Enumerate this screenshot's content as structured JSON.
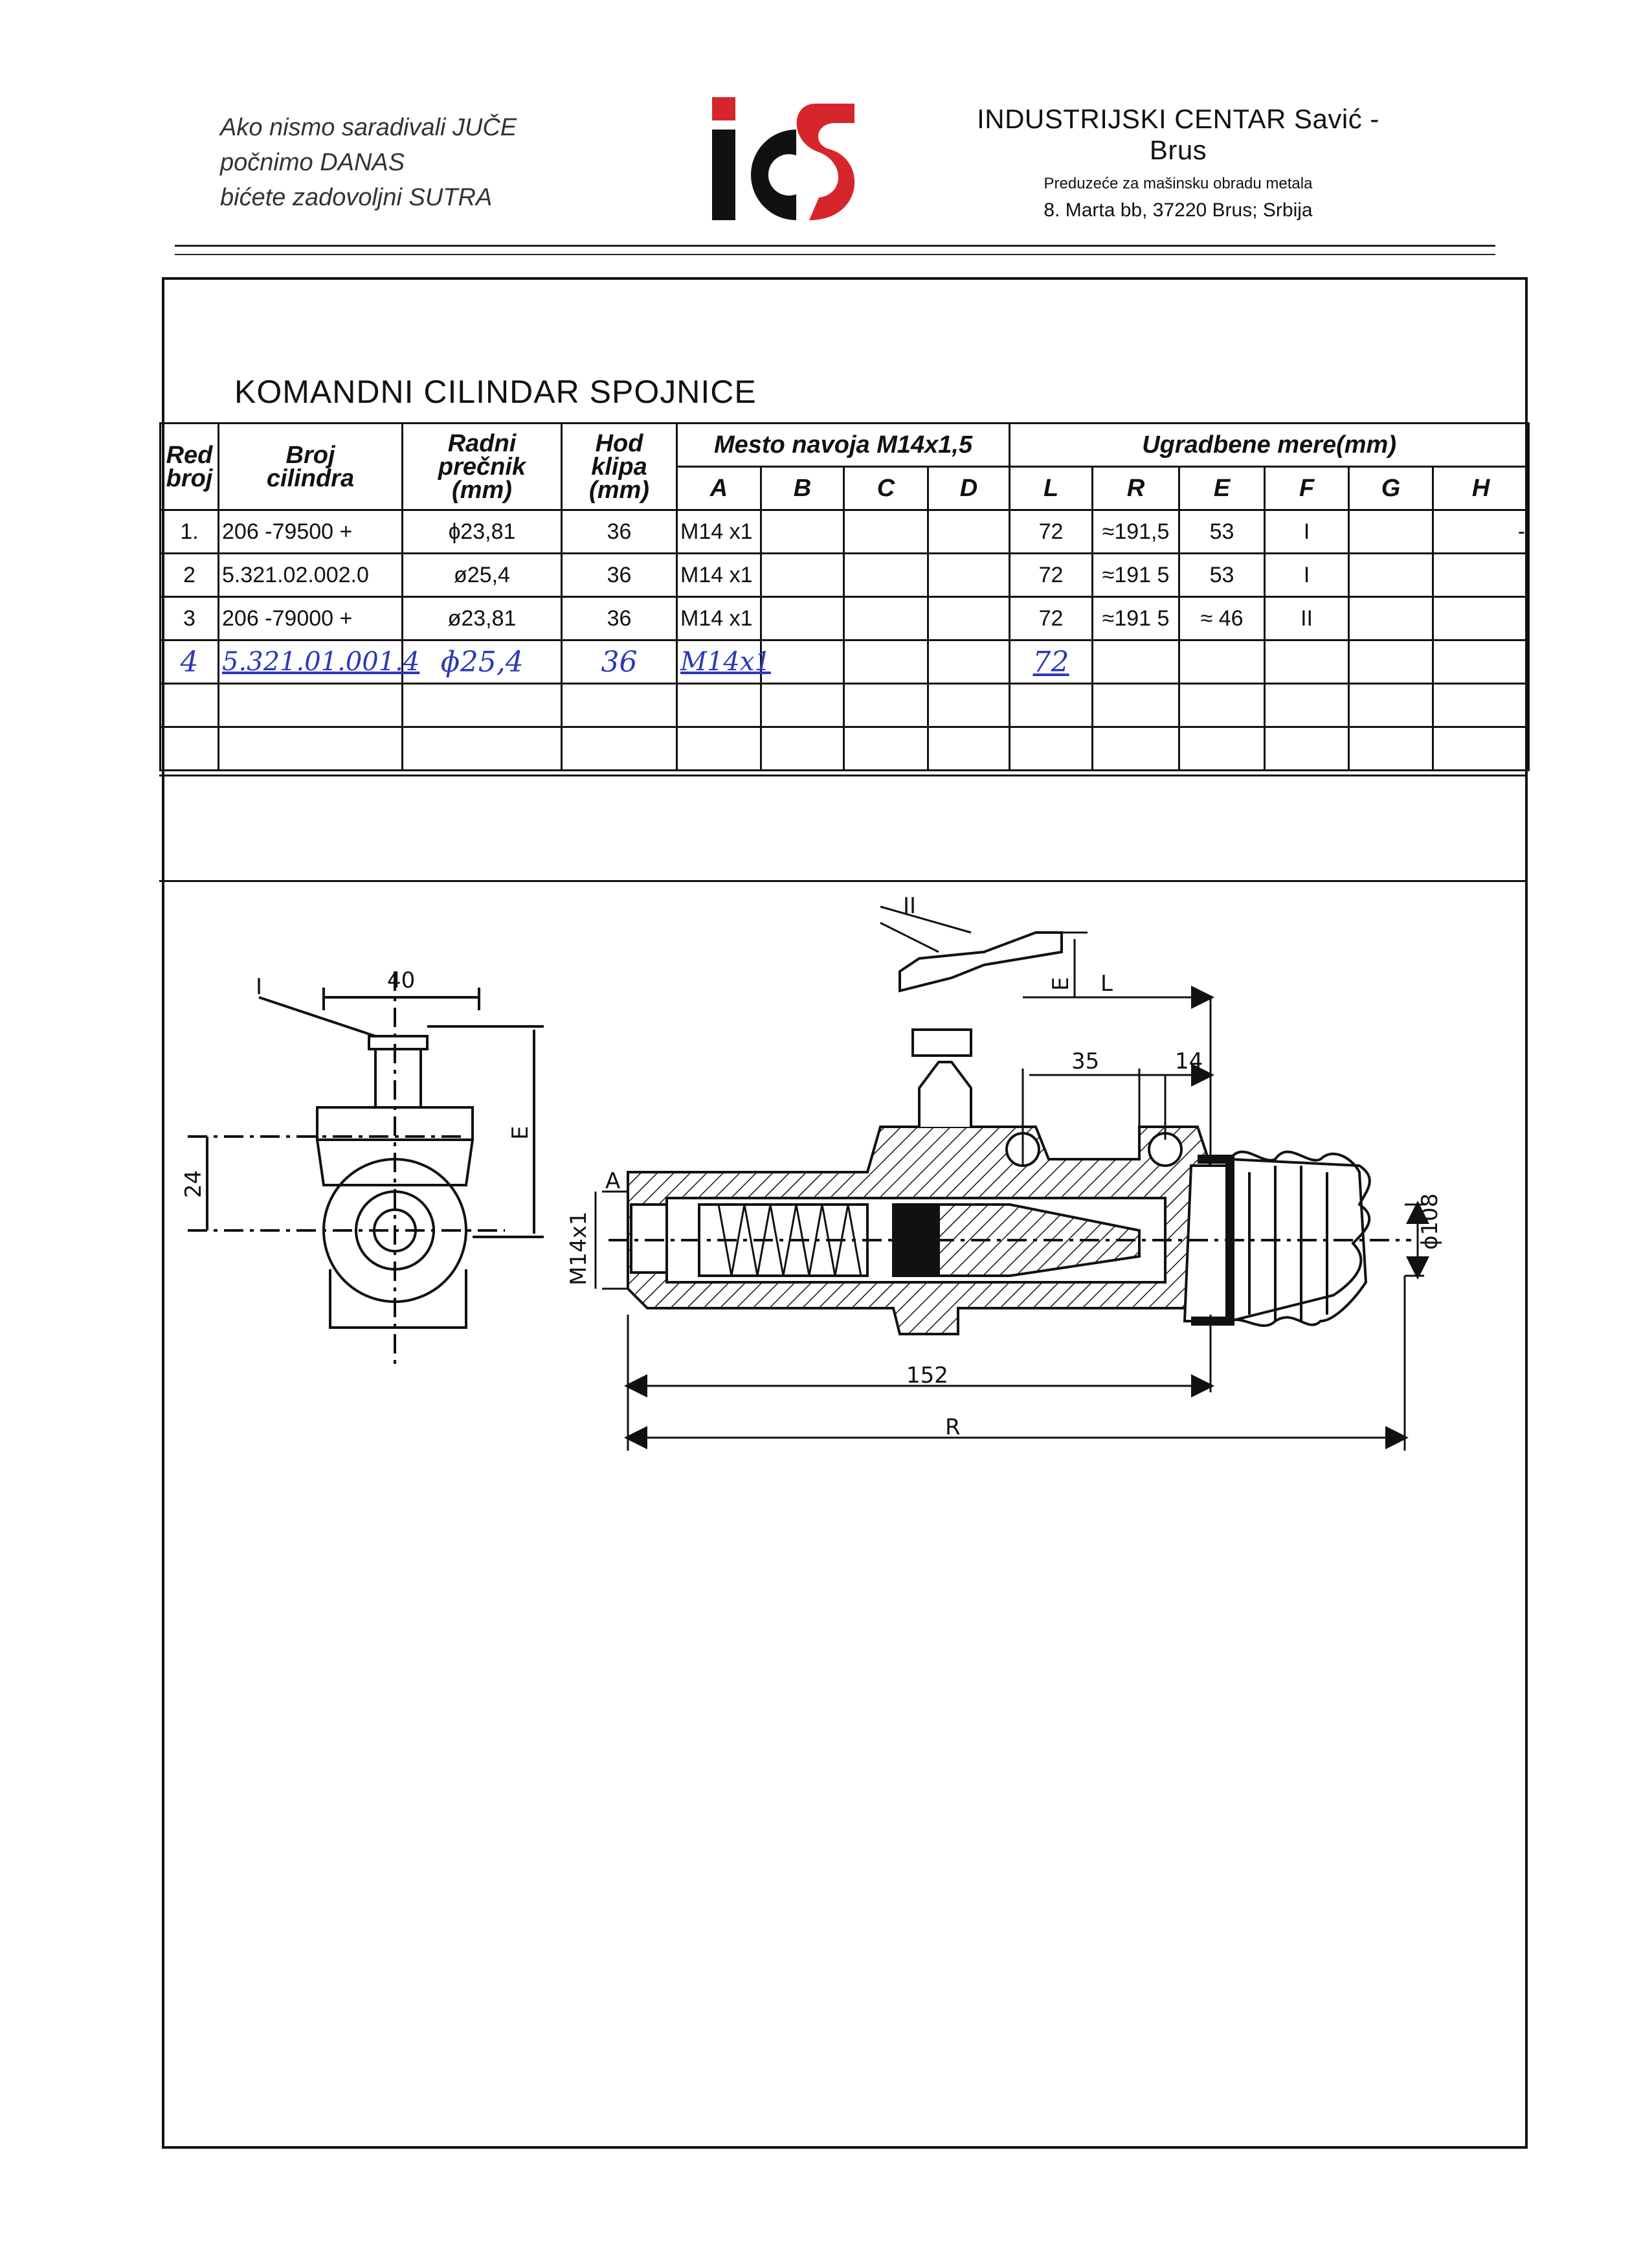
{
  "header": {
    "slogan": [
      "Ako nismo saradivali JUČE",
      "počnimo DANAS",
      "bićete zadovoljni SUTRA"
    ],
    "logo_text": "ics",
    "company_name": "INDUSTRIJSKI CENTAR Savić - Brus",
    "company_subtitle": "Preduzeće za mašinsku obradu metala",
    "company_address": "8. Marta bb, 37220 Brus; Srbija",
    "logo_colors": {
      "red": "#d6262b",
      "black": "#111111"
    }
  },
  "sheet": {
    "title": "KOMANDNI CILINDAR SPOJNICE",
    "table": {
      "headers": {
        "red_broj": [
          "Red",
          "broj"
        ],
        "broj_cilindra": [
          "Broj",
          "cilindra"
        ],
        "radni_precnik": [
          "Radni",
          "prečnik",
          "(mm)"
        ],
        "hod_klipa": [
          "Hod",
          "klipa",
          "(mm)"
        ],
        "mesto_navoja": "Mesto navoja M14x1,5",
        "ugradbene_mere": "Ugradbene mere(mm)",
        "sub": [
          "A",
          "B",
          "C",
          "D",
          "L",
          "R",
          "E",
          "F",
          "G",
          "H"
        ]
      },
      "rows": [
        {
          "red": "1.",
          "broj": "206 -79500",
          "mark": "+",
          "precnik": "ɸ23,81",
          "hod": "36",
          "A": "M14 x1",
          "B": "",
          "C": "",
          "D": "",
          "L": "72",
          "R": "≈191,5",
          "E": "53",
          "F": "I",
          "G": "",
          "H": "-"
        },
        {
          "red": "2",
          "broj": "5.321.02.002.0",
          "mark": "",
          "precnik": "ø25,4",
          "hod": "36",
          "A": "M14 x1",
          "B": "",
          "C": "",
          "D": "",
          "L": "72",
          "R": "≈191 5",
          "E": "53",
          "F": "I",
          "G": "",
          "H": ""
        },
        {
          "red": "3",
          "broj": "206 -79000",
          "mark": "+",
          "precnik": "ø23,81",
          "hod": "36",
          "A": "M14 x1",
          "B": "",
          "C": "",
          "D": "",
          "L": "72",
          "R": "≈191 5",
          "E": "≈ 46",
          "F": "II",
          "G": "",
          "H": ""
        },
        {
          "red": "4",
          "broj": "5.321.01.001.4",
          "mark": "",
          "precnik": "ɸ25,4",
          "hod": "36",
          "A": "M14x1",
          "B": "",
          "C": "",
          "D": "",
          "L": "72",
          "R": "",
          "E": "",
          "F": "",
          "G": "",
          "H": ""
        }
      ]
    }
  },
  "drawing": {
    "labels": {
      "detail_I": "I",
      "detail_II": "II",
      "dim_40": "40",
      "dim_24": "24",
      "dim_E": "E",
      "dim_L": "L",
      "dim_35": "35",
      "dim_14": "14",
      "dim_A": "A",
      "dim_M14": "M14x1",
      "dim_108": "ɸ108",
      "dim_152": "152",
      "dim_R": "R"
    }
  }
}
